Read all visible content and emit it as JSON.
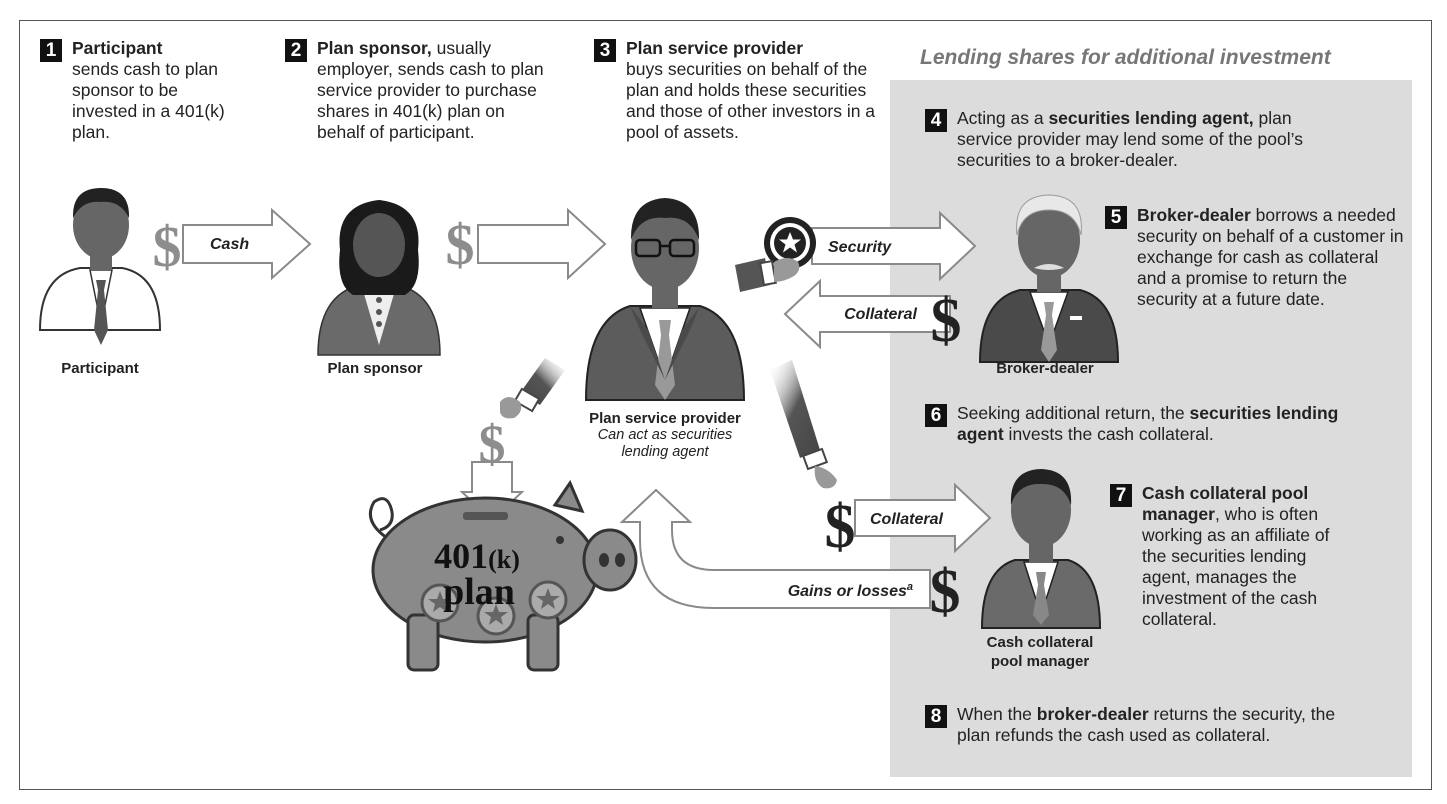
{
  "section_title": "Lending shares for additional investment",
  "steps": [
    {
      "num": "1",
      "bold": "Participant",
      "text": "sends cash to plan sponsor to be invested in a 401(k) plan."
    },
    {
      "num": "2",
      "bold": "Plan sponsor,",
      "text": " usually employer, sends cash to plan service provider to purchase shares in 401(k) plan on behalf of participant."
    },
    {
      "num": "3",
      "bold": "Plan service provider",
      "text": "buys securities on behalf of the plan and holds these securities and those of other investors in a pool of assets."
    },
    {
      "num": "4",
      "pre": "Acting as a ",
      "bold": "securities lending agent,",
      "text": " plan service provider may lend some of the pool’s securities to a broker-dealer."
    },
    {
      "num": "5",
      "bold": "Broker-dealer",
      "text": " borrows a needed security on behalf of a customer in exchange for cash as collateral and a promise to return the security at a future date."
    },
    {
      "num": "6",
      "pre": "Seeking additional return, the ",
      "bold": "securities lending agent",
      "text": " invests the cash collateral."
    },
    {
      "num": "7",
      "bold": "Cash collateral pool manager",
      "text": ", who is often working as an affiliate of the securities lending agent, manages the investment of the cash collateral."
    },
    {
      "num": "8",
      "pre": "When the ",
      "bold": "broker-dealer",
      "text": " returns the security, the plan refunds the cash used as collateral."
    }
  ],
  "people": {
    "participant": "Participant",
    "sponsor": "Plan sponsor",
    "provider": "Plan service provider",
    "provider_sub": "Can act as securities lending agent",
    "broker": "Broker-dealer",
    "manager_line1": "Cash collateral",
    "manager_line2": "pool manager"
  },
  "arrows": {
    "cash": "Cash",
    "security": "Security",
    "collateral_top": "Collateral",
    "collateral_bottom": "Collateral",
    "gains": "Gains or losses",
    "gains_sup": "a"
  },
  "symbols": {
    "dollar": "$"
  },
  "piggy": {
    "line1": "401",
    "k": "(k)",
    "line2": "plan"
  },
  "colors": {
    "shaded_panel": "#dcdcdc",
    "figure": "#5c5c5c",
    "arrow_fill": "#ffffff",
    "arrow_stroke": "#8a8a8a",
    "dollar": "#8d8d8d"
  }
}
